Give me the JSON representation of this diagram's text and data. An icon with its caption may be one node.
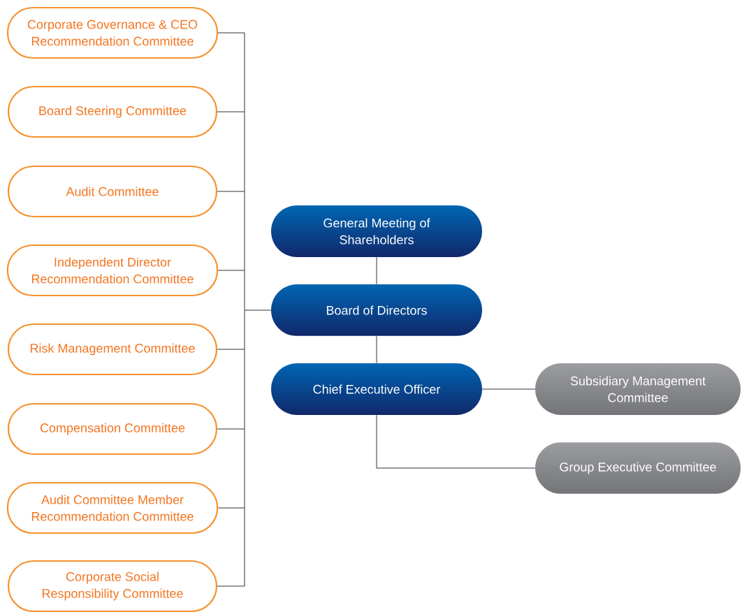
{
  "diagram": {
    "nodes": [
      {
        "text": [
          "General Meeting of Shareholders"
        ]
      },
      {
        "text": [
          "Board of Directors"
        ]
      },
      {
        "text": [
          "Chief Executive Officer"
        ]
      },
      {
        "text": [
          "Subsidiary Management Committee"
        ]
      },
      {
        "text": [
          "Group Executive Committee"
        ]
      },
      {
        "text": [
          "Corporate Governance & CEO Recommendation Committee"
        ]
      },
      {
        "text": [
          "Board Steering Committee"
        ]
      },
      {
        "text": [
          "Audit Committee"
        ]
      },
      {
        "text": [
          "Independent Director Recommendation Committee"
        ]
      },
      {
        "text": [
          "Risk Management Committee"
        ]
      },
      {
        "text": [
          "Compensation Committee"
        ]
      },
      {
        "text": [
          "Audit Committee Member Recommendation Committee"
        ]
      },
      {
        "text": [
          "Corporate Social Responsibility Committee"
        ]
      }
    ],
    "edges": [
      {
        "from": 0,
        "to": 1,
        "arrow": "none"
      },
      {
        "from": 1,
        "to": 2,
        "arrow": "none"
      },
      {
        "from": 2,
        "to": 3,
        "arrow": "none"
      },
      {
        "from": 2,
        "to": 4,
        "arrow": "none"
      },
      {
        "from": 1,
        "to": 5,
        "arrow": "none"
      },
      {
        "from": 1,
        "to": 6,
        "arrow": "none"
      },
      {
        "from": 1,
        "to": 7,
        "arrow": "none"
      },
      {
        "from": 1,
        "to": 8,
        "arrow": "none"
      },
      {
        "from": 1,
        "to": 9,
        "arrow": "none"
      },
      {
        "from": 1,
        "to": 10,
        "arrow": "none"
      },
      {
        "from": 1,
        "to": 11,
        "arrow": "none"
      },
      {
        "from": 1,
        "to": 12,
        "arrow": "none"
      }
    ]
  }
}
